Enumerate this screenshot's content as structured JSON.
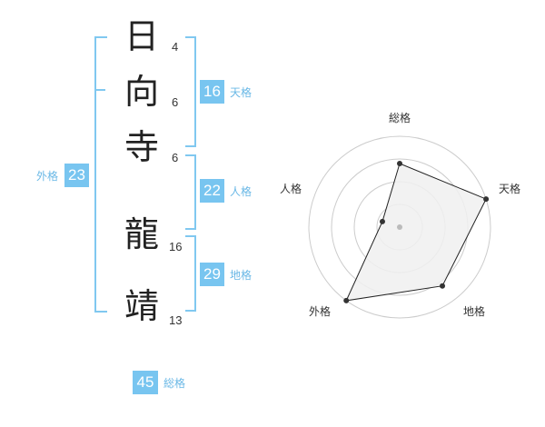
{
  "name": {
    "characters": [
      {
        "char": "日",
        "strokes": "4"
      },
      {
        "char": "向",
        "strokes": "6"
      },
      {
        "char": "寺",
        "strokes": "6"
      },
      {
        "char": "龍",
        "strokes": "16"
      },
      {
        "char": "靖",
        "strokes": "13"
      }
    ]
  },
  "fortune": {
    "tenkaku": {
      "value": "16",
      "label": "天格"
    },
    "jinkaku": {
      "value": "22",
      "label": "人格"
    },
    "chikaku": {
      "value": "29",
      "label": "地格"
    },
    "gaikaku": {
      "value": "23",
      "label": "外格"
    },
    "soukaku": {
      "value": "45",
      "label": "総格"
    }
  },
  "colors": {
    "accent": "#78c5f0",
    "bracket": "#80c8f0",
    "text": "#222222"
  },
  "chart_data": {
    "type": "radar",
    "categories": [
      "総格",
      "天格",
      "地格",
      "外格",
      "人格"
    ],
    "values": [
      3.5,
      5,
      4,
      5,
      1
    ],
    "max": 5,
    "rings": 4,
    "fill_color": "#f0f0f0",
    "line_color": "#222222"
  }
}
